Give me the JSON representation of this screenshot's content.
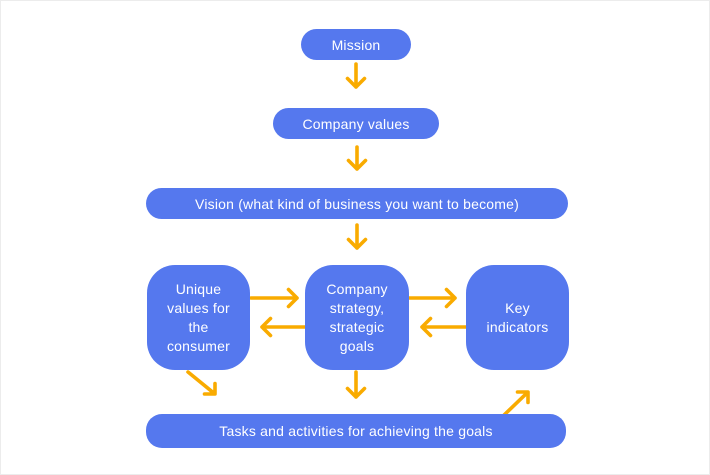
{
  "colors": {
    "node_fill": "#5578EE",
    "node_text": "#FFFFFF",
    "arrow": "#F9AB00",
    "background": "#FFFFFF"
  },
  "nodes": {
    "mission": {
      "label": "Mission"
    },
    "company_values": {
      "label": "Company values"
    },
    "vision": {
      "label": "Vision (what kind of business you want to become)"
    },
    "unique_values": {
      "label": "Unique\nvalues for\nthe\nconsumer"
    },
    "company_strategy": {
      "label": "Company\nstrategy,\nstrategic\ngoals"
    },
    "key_indicators": {
      "label": "Key\nindicators"
    },
    "tasks": {
      "label": "Tasks and activities for achieving the goals"
    }
  },
  "edges": [
    {
      "from": "mission",
      "to": "company_values"
    },
    {
      "from": "company_values",
      "to": "vision"
    },
    {
      "from": "vision",
      "to": "company_strategy"
    },
    {
      "from": "unique_values",
      "to": "company_strategy"
    },
    {
      "from": "company_strategy",
      "to": "unique_values"
    },
    {
      "from": "company_strategy",
      "to": "key_indicators"
    },
    {
      "from": "key_indicators",
      "to": "company_strategy"
    },
    {
      "from": "unique_values",
      "to": "tasks"
    },
    {
      "from": "company_strategy",
      "to": "tasks"
    },
    {
      "from": "tasks",
      "to": "key_indicators"
    }
  ]
}
